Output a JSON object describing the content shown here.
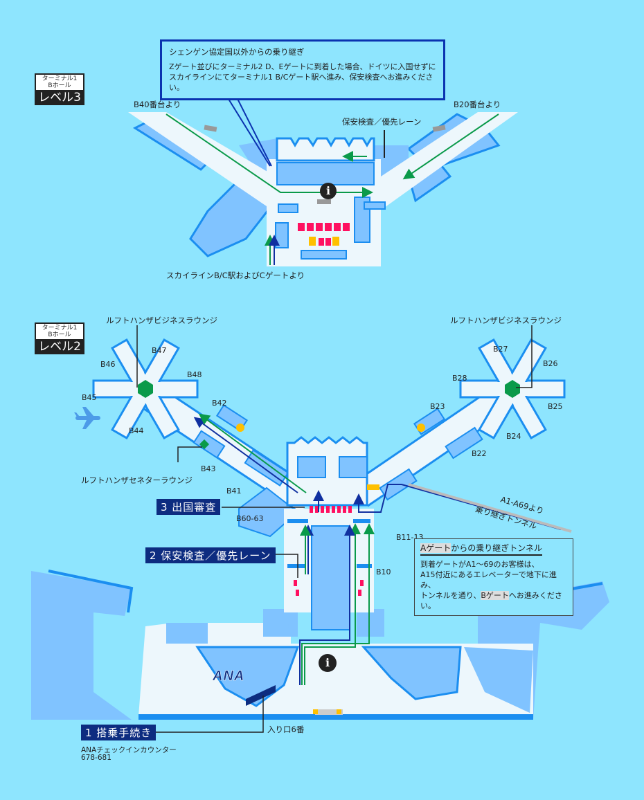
{
  "colors": {
    "background": "#8EE5FE",
    "floor": "#EDF7FC",
    "block": "#80C3FF",
    "block_edge": "#1B8EF0",
    "route_green": "#0A9A4A",
    "route_blue": "#1030A0",
    "step_label": "#0D2C80",
    "lounge": "#0A9A4A",
    "security_lane": "#FF1060",
    "elevator": "#FFC000"
  },
  "level3": {
    "badge": {
      "terminal": "ターミナル1",
      "hall": "Bホール",
      "level": "レベル3"
    },
    "callout": {
      "title": "シェンゲン協定国以外からの乗り継ぎ",
      "line1": "Zゲート並びにターミナル2 D、Eゲートに到着した場合、ドイツに入国せずに",
      "line2": "スカイラインにてターミナル1 B/Cゲート駅へ進み、保安検査へお進みください。"
    },
    "labels": {
      "from_b40": "B40番台より",
      "from_b20": "B20番台より",
      "security": "保安検査／優先レーン",
      "from_skyline": "スカイラインB/C駅およびCゲートより"
    },
    "icons": [
      "info-icon",
      "escalator-icon"
    ]
  },
  "level2": {
    "badge": {
      "terminal": "ターミナル1",
      "hall": "Bホール",
      "level": "レベル2"
    },
    "labels": {
      "lounge_left": "ルフトハンザビジネスラウンジ",
      "lounge_right": "ルフトハンザビジネスラウンジ",
      "senator_lounge": "ルフトハンザセネターラウンジ",
      "tunnel_from": "A1-A69より",
      "tunnel": "乗り継ぎトンネル",
      "entrance": "入り口6番",
      "checkin_counter": "ANAチェックインカウンター",
      "counter_numbers": "678-681",
      "brand": "ANA"
    },
    "gates": {
      "b47": "B47",
      "b46": "B46",
      "b48": "B48",
      "b45": "B45",
      "b44": "B44",
      "b42": "B42",
      "b43": "B43",
      "b41": "B41",
      "b60": "B60-63",
      "b27": "B27",
      "b26": "B26",
      "b28": "B28",
      "b25": "B25",
      "b23": "B23",
      "b24": "B24",
      "b22": "B22",
      "b11": "B11-13",
      "b10": "B10"
    },
    "steps": {
      "step1": "1 搭乗手続き",
      "step2": "2 保安検査／優先レーン",
      "step3": "3 出国審査"
    },
    "tunnel_box": {
      "title_a": "Aゲート",
      "title_rest": "からの乗り継ぎトンネル",
      "line1": "到着ゲートがA1～69のお客様は、",
      "line2": "A15付近にあるエレベーターで地下に進み、",
      "line3_a": "トンネルを通り、",
      "line3_b": "Bゲート",
      "line3_c": "へお進みください。"
    },
    "icons": [
      "info-icon",
      "airplane-icon",
      "escalator-icon",
      "elevator-icon",
      "lounge-icon"
    ]
  },
  "info_glyph": "i"
}
